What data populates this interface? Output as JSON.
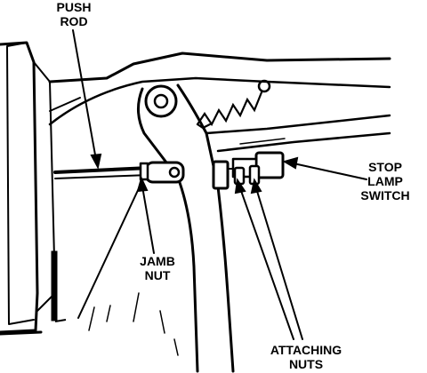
{
  "labels": {
    "push_rod": [
      "PUSH",
      "ROD"
    ],
    "jamb_nut": [
      "JAMB",
      "NUT"
    ],
    "stop_lamp_switch": [
      "STOP",
      "LAMP",
      "SWITCH"
    ],
    "attaching_nuts": [
      "ATTACHING",
      "NUTS"
    ]
  },
  "colors": {
    "ink": "#000000",
    "paper": "#ffffff"
  }
}
